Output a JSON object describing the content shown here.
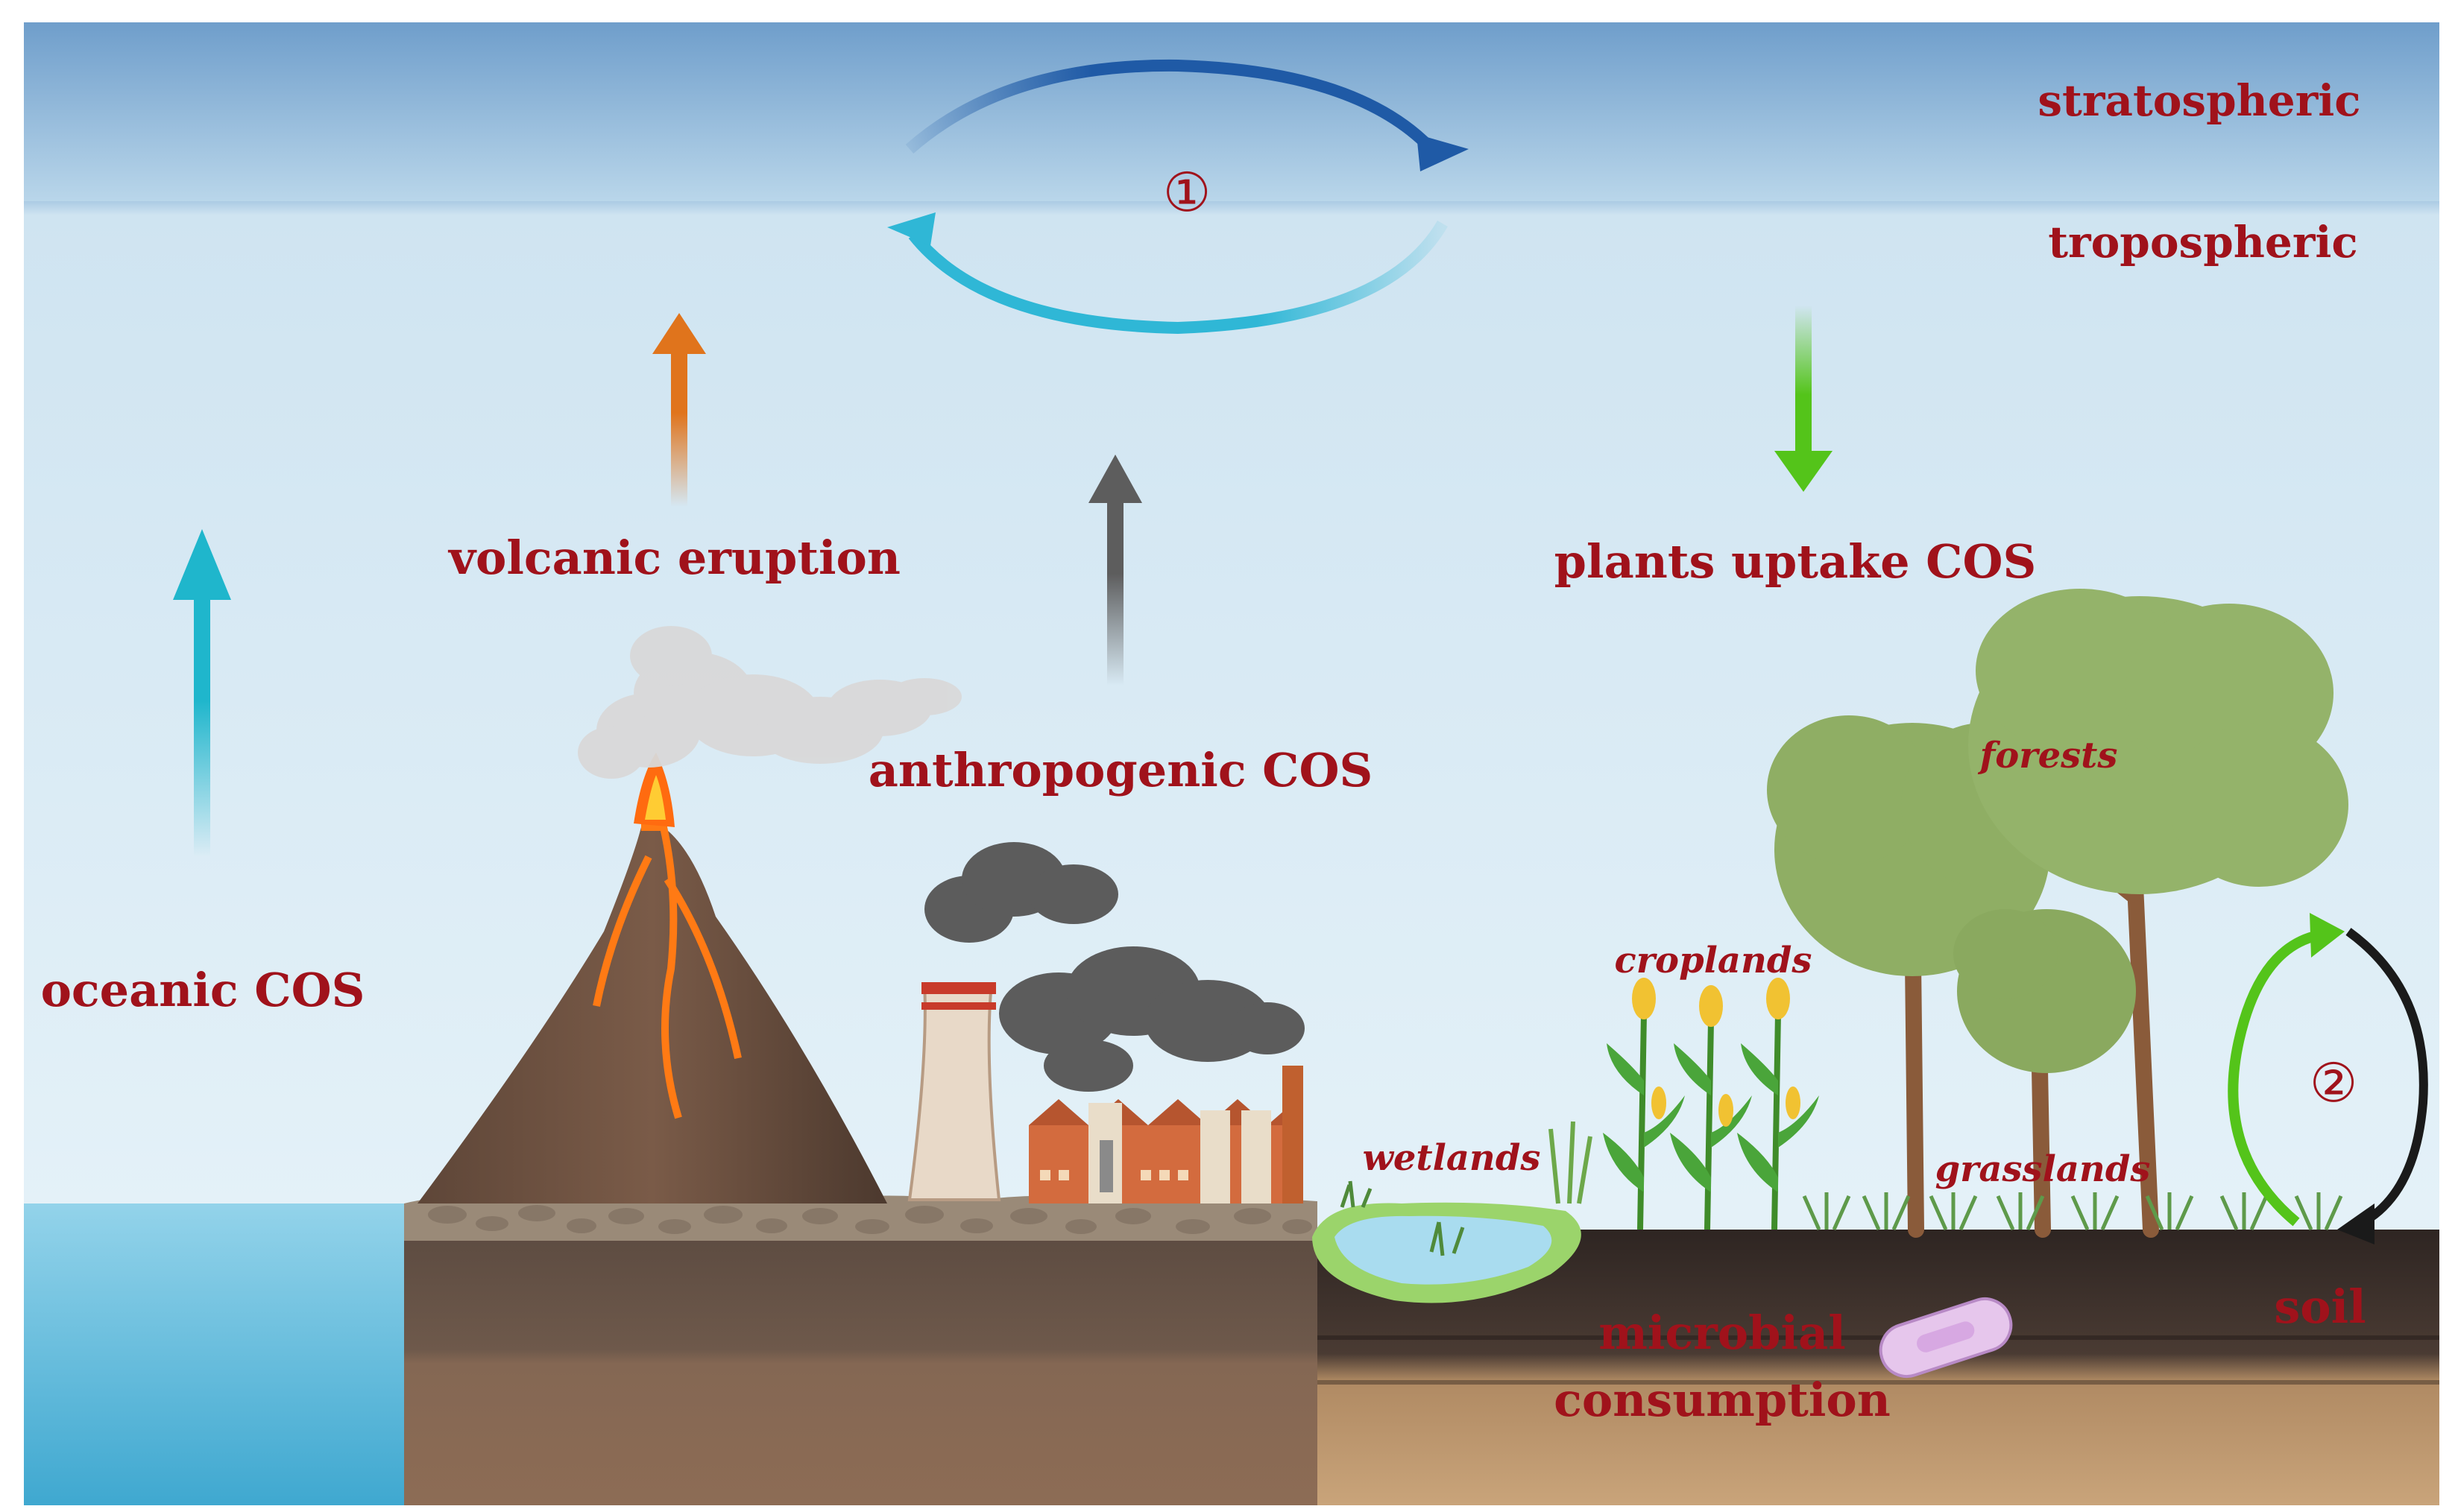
{
  "labels": {
    "stratospheric": "stratospheric",
    "tropospheric": "tropospheric",
    "circle_1": "①",
    "circle_2": "②",
    "volcanic_eruption": "volcanic eruption",
    "anthropogenic_cos": "anthropogenic COS",
    "plants_uptake_cos": "plants uptake COS",
    "oceanic_cos": "oceanic COS",
    "forests": "forests",
    "croplands": "croplands",
    "wetlands": "wetlands",
    "grasslands": "grasslands",
    "soil": "soil",
    "microbial": "microbial",
    "consumption": "consumption"
  },
  "colors": {
    "label_red": "#a0121b",
    "stratosphere_blue": "#8fb7d9",
    "troposphere_blue": "#dcecf5",
    "ocean_blue": "#6fc0de",
    "oceanic_arrow": "#1fb6cc",
    "volcanic_arrow": "#e0741c",
    "anthropogenic_arrow": "#5d5d5d",
    "plants_arrow": "#54c41a",
    "cycle_dark_blue": "#1f5aa6",
    "cycle_cyan": "#2fb7d6"
  }
}
